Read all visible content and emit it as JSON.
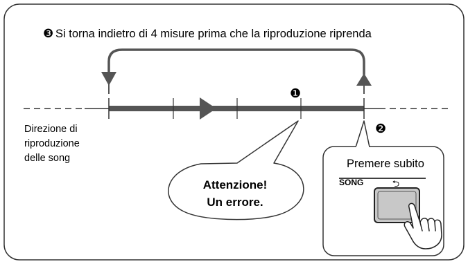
{
  "step3": {
    "number": "❸",
    "text": "Si torna indietro di 4 misure prima che la riproduzione riprenda"
  },
  "step1": {
    "number": "❶"
  },
  "step2": {
    "number": "❷"
  },
  "direction_label": {
    "line1": "Direzione di",
    "line2": "riproduzione",
    "line3": "delle song"
  },
  "callout": {
    "line1": "Attenzione!",
    "line2": "Un errore."
  },
  "button_panel": {
    "title": "Premere subito",
    "song_label": "SONG",
    "repeat_symbol": "⮌"
  },
  "colors": {
    "frame": "#333333",
    "track": "#555555",
    "text": "#000000",
    "button_fill": "#c8c8c8"
  }
}
